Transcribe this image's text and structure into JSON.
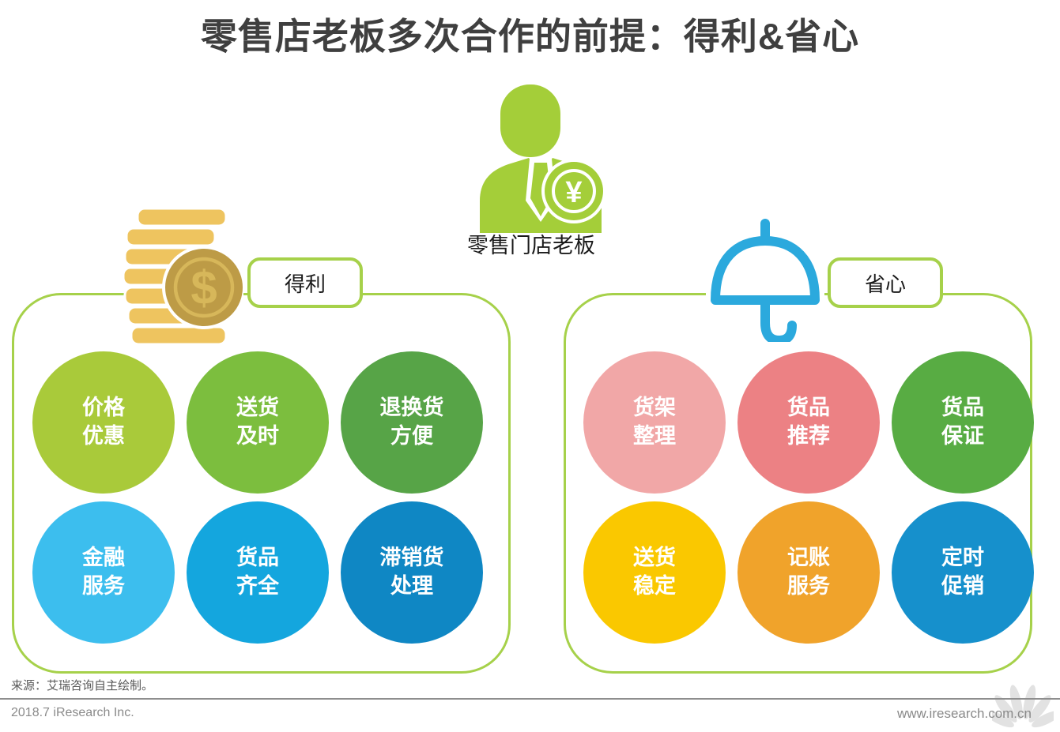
{
  "page": {
    "title": "零售店老板多次合作的前提：得利&省心",
    "owner_label": "零售门店老板",
    "source_note": "来源：艾瑞咨询自主绘制。",
    "footer_left": "2018.7 iResearch Inc.",
    "footer_right": "www.iresearch.com.cn"
  },
  "colors": {
    "brand-green": "#A4CE39",
    "border-green": "#A6D14A",
    "umbrella-blue": "#2BA9DD",
    "coin-light": "#EEC45F",
    "coin-dark": "#BD9B46",
    "coin-accent": "#D7B75A",
    "title-gray": "#3F3F3F",
    "text-dark": "#1A1A1A",
    "source-gray": "#595959",
    "footer-gray": "#8A8A8A",
    "line-gray": "#8E8E8E",
    "watermark-gray": "#E2E2E2",
    "coin-symbol": "¥",
    "dollar-symbol": "$"
  },
  "groups": [
    {
      "label": "得利",
      "icon": "coins-icon",
      "items": [
        {
          "line1": "价格",
          "line2": "优惠",
          "color": "#A9CA3A"
        },
        {
          "line1": "送货",
          "line2": "及时",
          "color": "#7CBE3E"
        },
        {
          "line1": "退换货",
          "line2": "方便",
          "color": "#57A447"
        },
        {
          "line1": "金融",
          "line2": "服务",
          "color": "#3CBEEE"
        },
        {
          "line1": "货品",
          "line2": "齐全",
          "color": "#14A6DE"
        },
        {
          "line1": "滞销货",
          "line2": "处理",
          "color": "#0F87C4"
        }
      ]
    },
    {
      "label": "省心",
      "icon": "umbrella-icon",
      "items": [
        {
          "line1": "货架",
          "line2": "整理",
          "color": "#F1A7A7"
        },
        {
          "line1": "货品",
          "line2": "推荐",
          "color": "#EC8184"
        },
        {
          "line1": "货品",
          "line2": "保证",
          "color": "#58AC43"
        },
        {
          "line1": "送货",
          "line2": "稳定",
          "color": "#FAC800"
        },
        {
          "line1": "记账",
          "line2": "服务",
          "color": "#F0A32B"
        },
        {
          "line1": "定时",
          "line2": "促销",
          "color": "#1690CC"
        }
      ]
    }
  ]
}
